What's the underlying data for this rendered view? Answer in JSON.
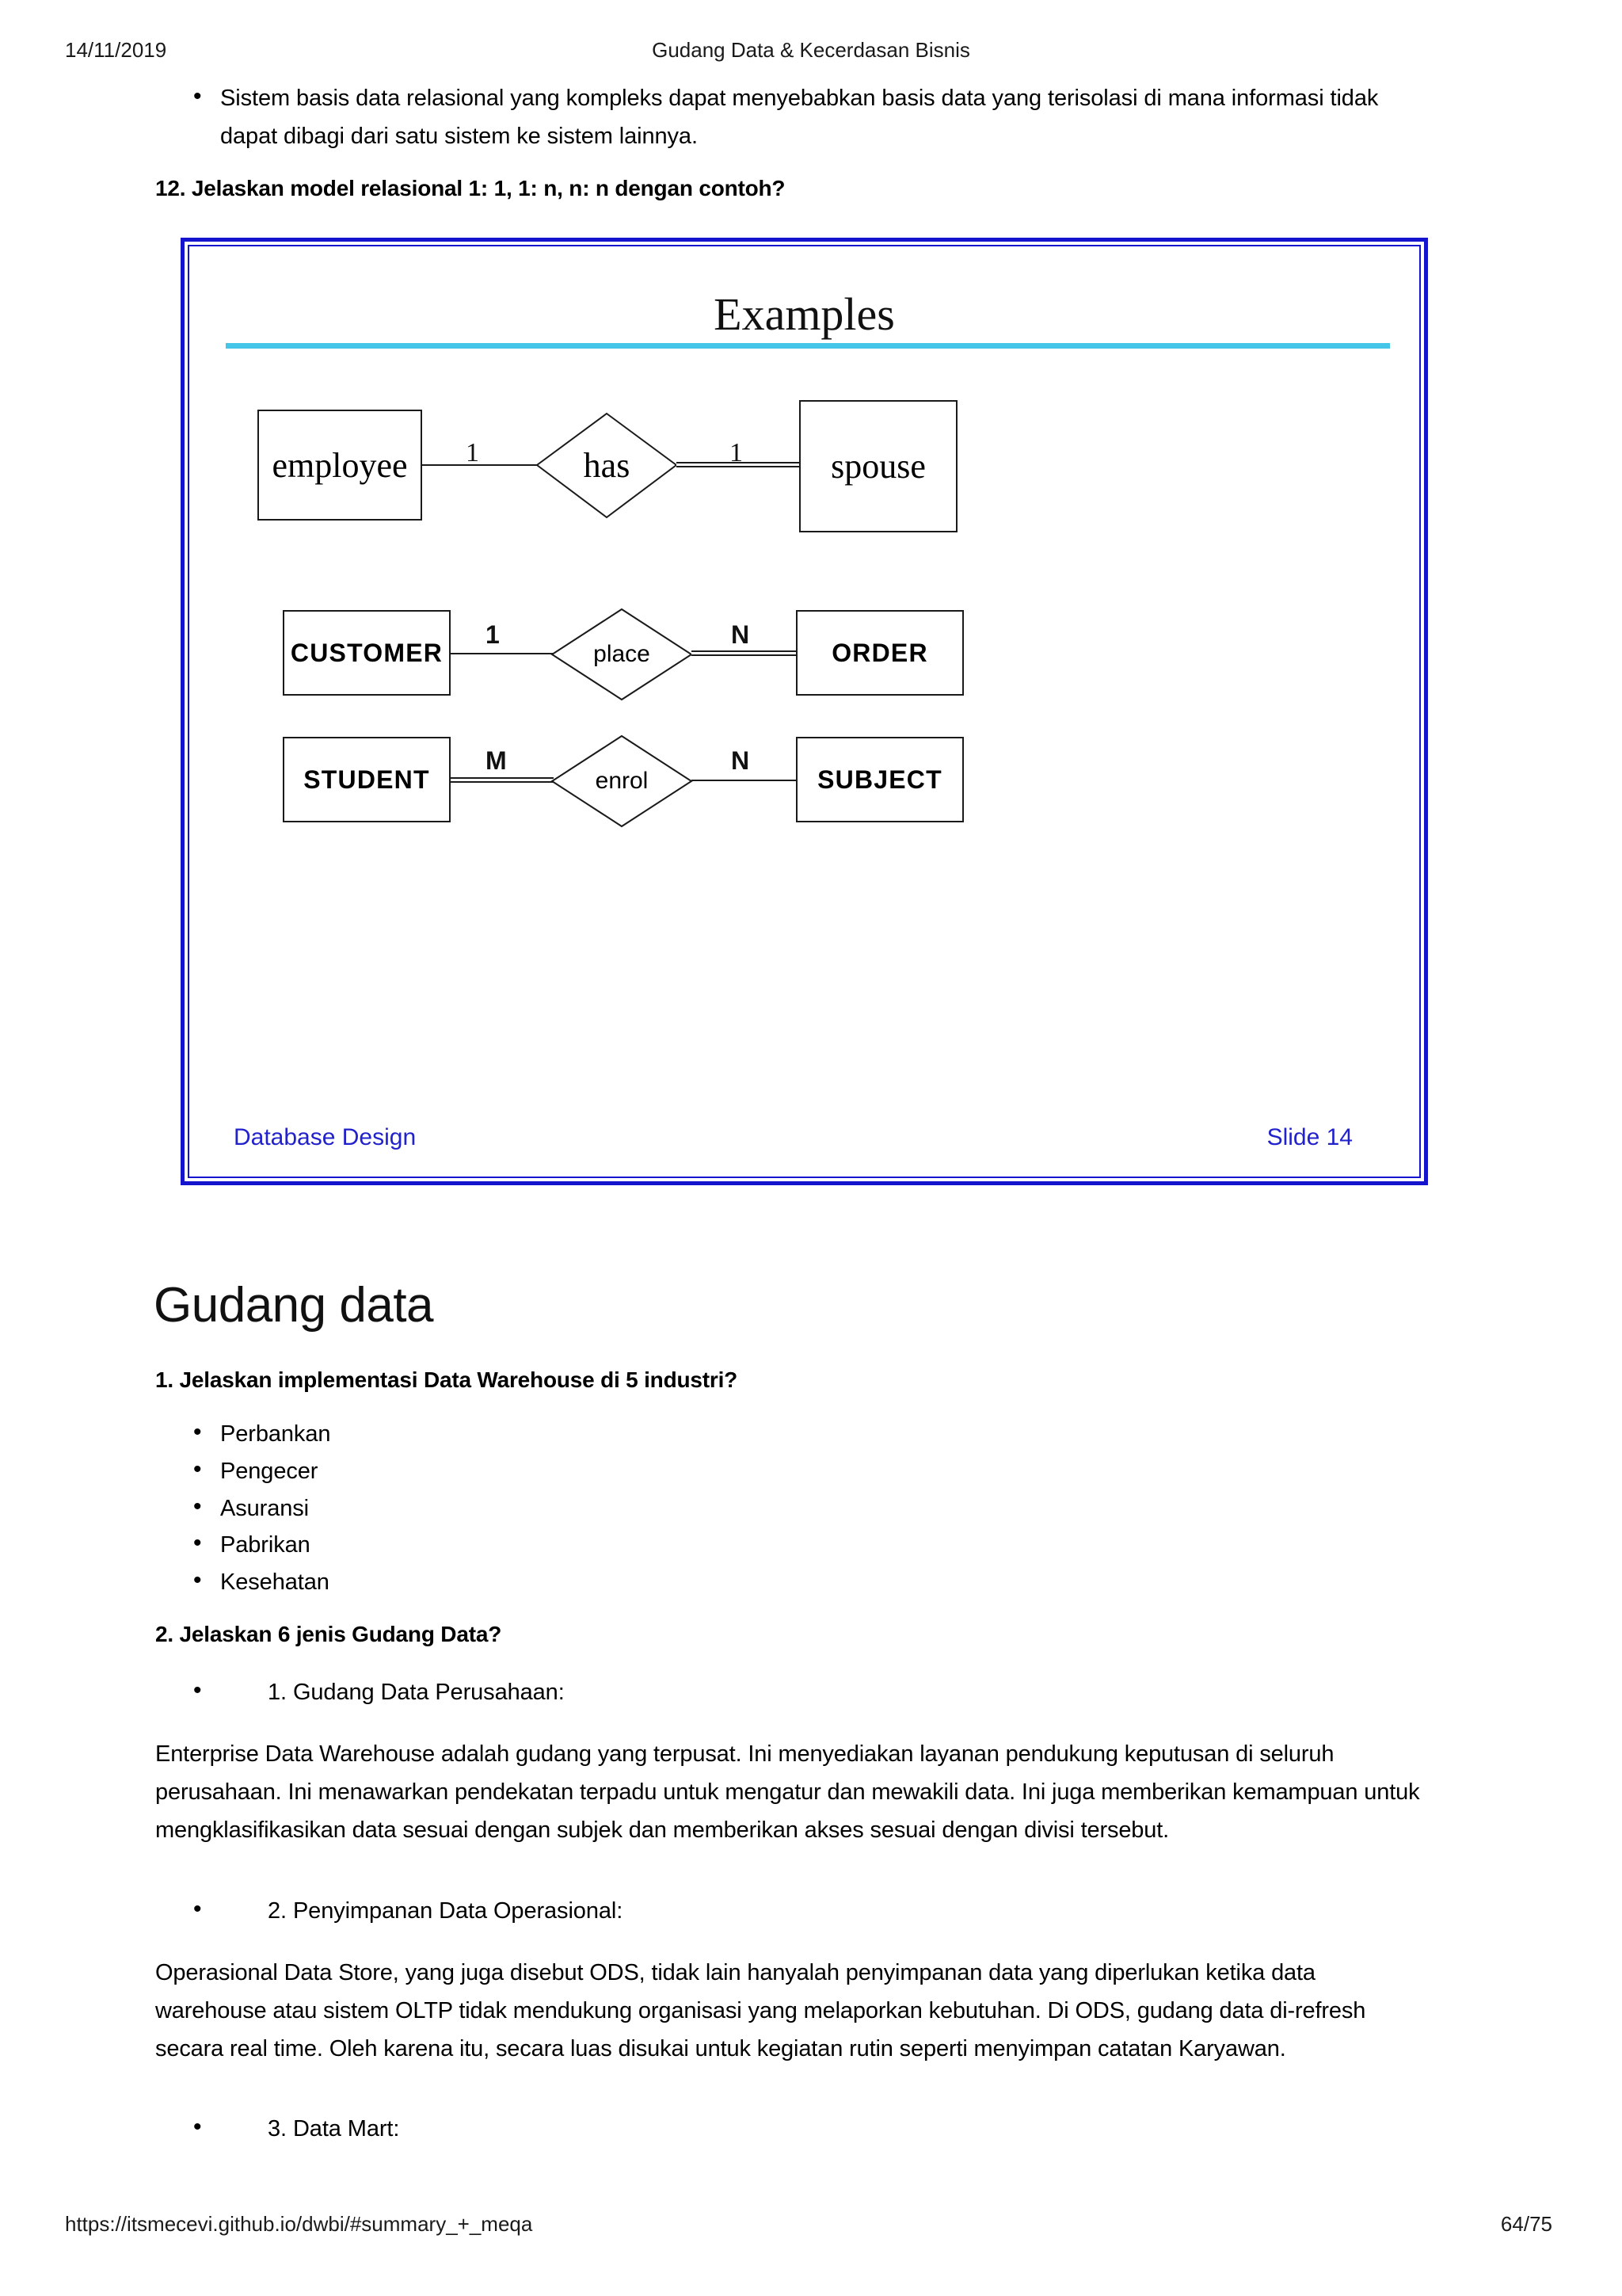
{
  "page": {
    "header": {
      "date": "14/11/2019",
      "title": "Gudang Data & Kecerdasan Bisnis"
    },
    "footer": {
      "url": "https://itsmecevi.github.io/dwbi/#summary_+_meqa",
      "pages": "64/75"
    }
  },
  "top_bullet": {
    "marker": "•",
    "text": "Sistem basis data relasional yang kompleks dapat menyebabkan basis data yang terisolasi di mana informasi tidak dapat dibagi dari satu sistem ke sistem lainnya."
  },
  "question_12": {
    "heading": "12. Jelaskan model relasional 1: 1, 1: n, n: n dengan contoh?"
  },
  "slide": {
    "title": "Examples",
    "footer_left": "Database Design",
    "footer_right": "Slide 14",
    "border_color": "#1414cf",
    "rule_color": "#45c5e8",
    "footer_color": "#2222cc",
    "relationships": [
      {
        "left_entity": "employee",
        "relationship": "has",
        "right_entity": "spouse",
        "left_cardinality": "1",
        "right_cardinality": "1",
        "style": "serif"
      },
      {
        "left_entity": "CUSTOMER",
        "relationship": "place",
        "right_entity": "ORDER",
        "left_cardinality": "1",
        "right_cardinality": "N",
        "style": "sans"
      },
      {
        "left_entity": "STUDENT",
        "relationship": "enrol",
        "right_entity": "SUBJECT",
        "left_cardinality": "M",
        "right_cardinality": "N",
        "style": "sans"
      }
    ]
  },
  "gudang_data": {
    "section_title": "Gudang data",
    "q1": {
      "heading": "1. Jelaskan implementasi Data Warehouse di 5 industri?",
      "items": [
        "Perbankan",
        "Pengecer",
        "Asuransi",
        "Pabrikan",
        "Kesehatan"
      ]
    },
    "q2": {
      "heading": "2. Jelaskan 6 jenis Gudang Data?",
      "entries": [
        {
          "bullet": "1. Gudang Data Perusahaan:",
          "body": "Enterprise Data Warehouse adalah gudang yang terpusat. Ini menyediakan layanan pendukung keputusan di seluruh perusahaan. Ini menawarkan pendekatan terpadu untuk mengatur dan mewakili data. Ini juga memberikan kemampuan untuk mengklasifikasikan data sesuai dengan subjek dan memberikan akses sesuai dengan divisi tersebut."
        },
        {
          "bullet": "2. Penyimpanan Data Operasional:",
          "body": "Operasional Data Store, yang juga disebut ODS, tidak lain hanyalah penyimpanan data yang diperlukan ketika data warehouse atau sistem OLTP tidak mendukung organisasi yang melaporkan kebutuhan. Di ODS, gudang data di-refresh secara real time. Oleh karena itu, secara luas disukai untuk kegiatan rutin seperti menyimpan catatan Karyawan."
        },
        {
          "bullet": "3. Data Mart:",
          "body": ""
        }
      ]
    }
  },
  "bullet_marker": "•"
}
